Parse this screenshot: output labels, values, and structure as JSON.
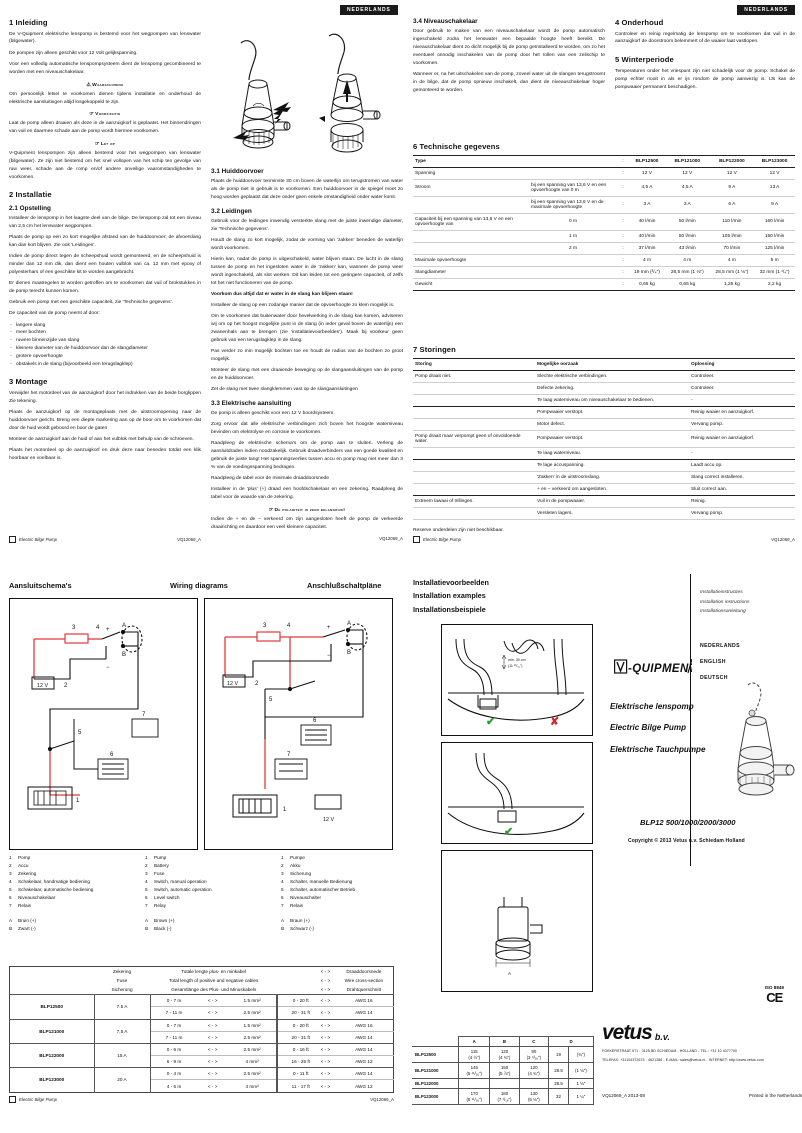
{
  "language_tabs": {
    "top": "NEDERLANDS",
    "cover_top": "NEDERLANDS"
  },
  "doc_code": "VQ12069_A",
  "footer_brand": "Electric Bilge Pump",
  "sections": {
    "s1": {
      "number_title": "1  Inleiding",
      "p1": "De  V-Quipment elektrische lenspomp is bestemd voor het wegpompen van lenswater (bilgewater).",
      "p2": "De pompen zijn alleen geschikt voor 12 Volt gelijkspanning.",
      "p3": "Voor een volledig automatische lenspompsysteem dient de lenspomp gecombineerd te worden met een niveauschakelaar.",
      "warning_label": "Waarschuwing",
      "warning_text": "Om persoonlijk letsel te voorkomen dienen tijdens installatie en onderhoud de elektrische aansluitingen altijd losgekoppeld te zijn.",
      "caution_label": "Voorzichtig",
      "caution_text": "Laat de pomp alleen draaien als deze in de aanzuigkorf is geplaatst. Het binnendringen van vuil en daarmee schade aan de pomp wordt hiermee voorkomen.",
      "note_label": "Let op",
      "note_text": "V-Quipment lenspompen zijn alleen bestemd voor het wegpompen van lenswater (bilgewater). Ze zijn niet bestemd om het snel vollopen van het schip ten gevolge van ruw weer, schade aan de romp en/of andere onveilige vaaromstandigheden te voorkomen."
    },
    "s2": {
      "number_title": "2  Installatie",
      "sub1_title": "2.1  Opstelling",
      "p1": "Installeer de lenspomp in het laagste deel van de bilge. De lenspomp zal tot een niveau van 2,5 cm het lenswater wegpompen.",
      "p2": "Plaats de pomp op een zo kort mogelijke afstand van de huiddoorvoer; de afvoerslang kan dan kort blijven. Zie ook 'Leidingen'.",
      "p3": "Indien de pomp direct tegen de scheepshuid wordt gemonteerd, en de scheepshuid is minder dan 12 mm dik, dan dient een houten vulblok van ca. 12 mm met epoxy of polyesterhars of een geschikte kit te worden aangebracht.",
      "p4": "Er dienen maatregelen te worden getroffen om te voorkomen dat vuil of brokstukken in de pomp terecht kunnen komen.",
      "p5": "Gebruik een pomp met een geschikte capaciteit, zie 'Technische gegevens'.",
      "p6": "De capaciteit van de pomp neemt af door:",
      "bullets": [
        "langere slang",
        "meer bochten",
        "ruwere binnenzijde van slang",
        "kleinere diameter van de huiddoorvoer dan de slangdiameter",
        "grotere opvoerhoogte",
        "obstakels in de slang (bijvoorbeeld een terugslagklep)"
      ]
    },
    "s3": {
      "number_title": "3  Montage",
      "p1": "Verwijder het motordeel van de aanzuigkorf door het indrukken van de beide borglippen Zie tekening.",
      "p2": "Plaats de aanzuigkorf op de montageplaats met de uitstroomopening naar de huiddoorvoer gericht. Breng een diepte markering aan op de boor om te voorkomen dat door de huid wordt geboord en boor de gaten",
      "p3": "Monteer de aanzuigkorf aan de huid of aan het vulblok met behulp van de schroeven.",
      "p4": "Plaats het motordeel op de aanzuigkorf en druk deze naar beneden totdat een klik hoorbaar en voelbaar is.",
      "sub1_title": "3.1  Huiddoorvoer",
      "sub1_p1": "Plaats de huiddoorvoer tenminste 30 cm boven de waterlijn om terugstromen van water als de pomp niet in gebruik is te voorkomen. Een huiddoorvoer in de spiegel moet zo hoog worden geplaatst dat deze onder geen enkele omstandigheid onder water komt.",
      "sub2_title": "3.2  Leidingen",
      "sub2_p1": "Gebruik voor de leidingen inwendig versterkte slang met de  juiste inwendige diameter, zie 'Technische gegevens'.",
      "sub2_p2": "Houdt de slang zo kort mogelijk, zodat de vorming van 'zakken' beneden de waterlijn wordt voorkomen.",
      "sub2_p3": "Hierin kan, nadat de pomp is uitgeschakeld, water blijven staan. De lucht in de slang tussen de pomp en het ingesloten water in de 'zakken' kan, wanneer de pomp weer wordt ingeschakeld, als slot werken. Dit kan leiden tot een geringere capaciteit, of zelfs tot het niet functioneren van de pomp.",
      "sub2_bold": "Voorkom dus altijd dat er water in de slang kan blijven staan!",
      "sub2_p4": "Installeer de slang op een zodanige manier dat de opvoerhoogte zo klein mogelijk is.",
      "sub2_p5": "Om te voorkomen dat buitenwater door hevelwerking in de slang kan komen, adviseren wij om op het hoogst mogelijke punt in de slang (in ieder geval boven de waterlijn) een zwanenhals aan te brengen (zie 'installatievoorbeelden'). Maak bij voorkeur geen gebruik van een terugslagklep in de slang.",
      "sub2_p6": "Pas verder zo min mogelijk bochten toe en houdt de radius van de bochten zo groot mogelijk.",
      "sub2_p7": "Monteer de slang met een draaiende beweging op de slangaansluitingen van de pomp en de huiddoorvoer.",
      "sub2_p8": "Zet de slang met twee slangklemmen vast op de slangaansluitingen",
      "sub3_title": "3.3  Elektrische aansluiting",
      "sub3_p1": "De pomp is alleen geschikt voor een 12 V boordsysteem.",
      "sub3_p2": "Zorg ervoor dat alle elektrische verbindingen zich boven het hoogste waterniveau bevinden om elektrolyse en corrosie te voorkomen.",
      "sub3_p3": "Raadpleeg de elektrische schema's om de pomp aan te sluiten. Verleng de aansluitdraden indien noodzakelijk. Gebruik draadverbinders van een goede kwaliteit en gebruik de juiste tang! Het spanningsverlies tussen accu en pomp mag niet meer dan 3 % van de voedingsspanning bedragen.",
      "sub3_p4": "Raadpleeg de tabel voor de  minimale draaddoorsnede",
      "sub3_p5": "Installeer in de 'plus' (+) draad een hoofdschakelaar en een zekering. Raadpleeg de tabel voor de  waarde van de zekering.",
      "polarity_label": "De polariteit is zeer belangrijk!",
      "sub3_p6": "Indien de + en de – verkeerd om zijn aangesloten heeft de pomp de verkeerde draairichting en daardoor een veel kleinere capaciteit.",
      "sub4_title": "3.4  Niveauschakelaar",
      "sub4_p1": "Door gebruik te maken van een niveauschakelaar wordt de pomp automatisch ingeschakeld zodra het lenswater een bepaalde hoogte heeft bereikt. De niveauschakelaar dient zo dicht mogelijk bij de pomp geïnstalleerd te worden, om zo het eventueel onnodig inschakelen van de pomp door het rollen van een zeilschip te voorkomen.",
      "sub4_p2": "Wanneer er, na het uitschakelen van de pomp, zoveel water uit de slangen terugstroomt in de bilge, dat de pomp opnieuw inschakelt, dan dient de niveauschakelaar hoger gemonteerd te worden."
    },
    "s4": {
      "number_title": "4  Onderhoud",
      "p1": "Controleer en reinig regelmatig de lenspomp om te voorkomen dat vuil in de aanzuigkorf de doorstroom belemmert of de waaier laat vastlopen."
    },
    "s5": {
      "number_title": "5  Winterperiode",
      "p1": "Temperaturen onder het vriespunt zijn niet schadelijk voor de pomp. Schakel de pomp echter nooit in als er ijs rondom de pomp aanwezig is. IJs kan de pompwaaier permanent beschadigen."
    },
    "s6": {
      "number_title": "6  Technische gegevens",
      "rows": [
        {
          "label": "Type",
          "sub": "",
          "colon": ":",
          "values": [
            "BLP12500",
            "BLP121000",
            "BLP122000",
            "BLP123000"
          ],
          "header": true
        },
        {
          "label": "Spanning",
          "sub": "",
          "colon": ":",
          "values": [
            "12 V",
            "12 V",
            "12 V",
            "12 V"
          ]
        },
        {
          "label": "Stroom",
          "sub": "bij een spanning van 13,6 V en een opvoerhoogte van 0 m",
          "colon": ":",
          "values": [
            "4,5 A",
            "4,5 A",
            "9 A",
            "13 A"
          ]
        },
        {
          "label": "",
          "sub": "bij een spanning van 13,6 V en de maximale opvoerhoogte",
          "colon": ":",
          "values": [
            "3 A",
            "3 A",
            "6 A",
            "9 A"
          ]
        },
        {
          "label": "Capaciteit bij een spanning van 13,6 V en een opvoerhoogte van",
          "sub": "0 m",
          "colon": ":",
          "values": [
            "40 l/min",
            "50 l/min",
            "110 l/min",
            "160 l/min"
          ]
        },
        {
          "label": "",
          "sub": "1 m",
          "colon": ":",
          "values": [
            "40 l/min",
            "50 l/min",
            "105 l/min",
            "150 l/min"
          ]
        },
        {
          "label": "",
          "sub": "2 m",
          "colon": ":",
          "values": [
            "37 l/min",
            "43 l/min",
            "70 l/min",
            "125 l/min"
          ]
        },
        {
          "label": "Maximale opvoerhoogte",
          "sub": "",
          "colon": ":",
          "values": [
            "4 m",
            "4 m",
            "4 m",
            "5 m"
          ]
        },
        {
          "label": "Slangdiameter",
          "sub": "",
          "colon": ":",
          "values": [
            "19 mm (³/₄\")",
            "28,5 mm (1 ⅛\")",
            "28,5 mm (1 ⅛\")",
            "32 mm (1 ¹/₄\")"
          ]
        },
        {
          "label": "Gewicht",
          "sub": "",
          "colon": ":",
          "values": [
            "0,65 kg",
            "0,65 kg",
            "1,25 kg",
            "2,2 kg"
          ]
        }
      ]
    },
    "s7": {
      "number_title": "7  Storingen",
      "headers": [
        "Storing",
        "Mogelijke oorzaak",
        "Oplossing"
      ],
      "rows": [
        {
          "fault": "Pomp draait niet.",
          "cause": "Slechte elektrische verbindingen.",
          "remedy": "Controleer."
        },
        {
          "fault": "",
          "cause": "Defecte zekering.",
          "remedy": "Controleer."
        },
        {
          "fault": "",
          "cause": "Te laag waterniveau om niveauschakelaar te bedienen.",
          "remedy": "-",
          "thick": true
        },
        {
          "fault": "",
          "cause": "Pompwaaier verstopt.",
          "remedy": "Reinig waaier en aanzuigkorf."
        },
        {
          "fault": "",
          "cause": "Motor defect.",
          "remedy": "Vervang pomp."
        },
        {
          "fault": "Pomp draait maar verpompt geen of onvoldoende water.",
          "cause": "Pompwaaier verstopt.",
          "remedy": "Reinig waaier en aanzuigkorf."
        },
        {
          "fault": "",
          "cause": "Te laag waterniveau.",
          "remedy": "-",
          "thick": true
        },
        {
          "fault": "",
          "cause": "Te lage accuspanning.",
          "remedy": "Laadt accu op."
        },
        {
          "fault": "",
          "cause": "'Zakken' in de uitstroomslang.",
          "remedy": "Slang correct installeren."
        },
        {
          "fault": "",
          "cause": "+ en – verkeerd om aangesloten.",
          "remedy": "Sluit correct aan.",
          "thick": true
        },
        {
          "fault": "Extreem lawaai of trillingen.",
          "cause": "Vuil in de pompwaaier.",
          "remedy": "Reinig."
        },
        {
          "fault": "",
          "cause": "Versleten lagers.",
          "remedy": "Vervang pomp."
        }
      ],
      "note": "Reserve onderdelen zijn niet beschikbaar."
    }
  },
  "wiring": {
    "titles": {
      "nl": "Aansluitschema's",
      "en": "Wiring diagrams",
      "de": "Anschlußschaltpläne"
    },
    "diagram_labels": [
      "3",
      "4",
      "5",
      "6",
      "1",
      "2",
      "7",
      "A",
      "B",
      "+",
      "-",
      "12 V"
    ],
    "legend_nl": [
      {
        "n": "1",
        "t": "Pomp"
      },
      {
        "n": "2",
        "t": "Accu"
      },
      {
        "n": "3",
        "t": "Zekering"
      },
      {
        "n": "4",
        "t": "Schakelaar, handmatige bediening"
      },
      {
        "n": "5",
        "t": "Schakelaar, automatische bediening"
      },
      {
        "n": "6",
        "t": "Niveauschakelaar"
      },
      {
        "n": "7",
        "t": "Relais"
      },
      {
        "n": "A",
        "t": "Bruin (+)"
      },
      {
        "n": "B",
        "t": "Zwart (-)"
      }
    ],
    "legend_en": [
      {
        "n": "1",
        "t": "Pump"
      },
      {
        "n": "2",
        "t": "Battery"
      },
      {
        "n": "3",
        "t": "Fuse"
      },
      {
        "n": "4",
        "t": "Switch, manual operation"
      },
      {
        "n": "5",
        "t": "Switch, automatic operation"
      },
      {
        "n": "6",
        "t": "Level switch"
      },
      {
        "n": "7",
        "t": "Relay"
      },
      {
        "n": "A",
        "t": "Brown (+)"
      },
      {
        "n": "B",
        "t": "Black (-)"
      }
    ],
    "legend_de": [
      {
        "n": "1",
        "t": "Pumpe"
      },
      {
        "n": "2",
        "t": "Akku"
      },
      {
        "n": "3",
        "t": "Sicherung"
      },
      {
        "n": "4",
        "t": "Schalter, manuelle Bedienung"
      },
      {
        "n": "5",
        "t": "Schalter, automatischer Betrieb"
      },
      {
        "n": "6",
        "t": "Niveauschalter"
      },
      {
        "n": "7",
        "t": "Relais"
      },
      {
        "n": "A",
        "t": "Braun (+)"
      },
      {
        "n": "B",
        "t": "Schwarz (-)"
      }
    ]
  },
  "cable_table": {
    "head_col1": [
      "Zekering",
      "Fuse",
      "Sicherung"
    ],
    "head_col2": [
      "Totale lengte plus- en minkabel",
      "Total length of positive and negative cables",
      "Gesamtlänge des Plus- und Minuskabels"
    ],
    "head_arrow": [
      "< - >",
      "< - >",
      "< - >"
    ],
    "head_col3": [
      "Draaddoorsnede",
      "Wire cross-section",
      "Drahtquerschnitt"
    ],
    "rows": [
      {
        "model": "BLP12500",
        "fuse": "7.5 A",
        "lines": [
          {
            "len": "0 - 7 m",
            "arrow": "< - >",
            "mm": "1.5 mm²",
            "ft": "0 - 20 ft",
            "arrow2": "< - >",
            "awg": "AWG 16"
          },
          {
            "len": "7 - 11 m",
            "arrow": "< - >",
            "mm": "2.5 mm²",
            "ft": "20 - 31 ft",
            "arrow2": "< - >",
            "awg": "AWG 14"
          }
        ]
      },
      {
        "model": "BLP121000",
        "fuse": "7,5 A",
        "lines": [
          {
            "len": "0 - 7 m",
            "arrow": "< - >",
            "mm": "1.5 mm²",
            "ft": "0 - 20 ft",
            "arrow2": "< - >",
            "awg": "AWG 16"
          },
          {
            "len": "7 - 11 m",
            "arrow": "< - >",
            "mm": "2.5 mm²",
            "ft": "20 - 31 ft",
            "arrow2": "< - >",
            "awg": "AWG 14"
          }
        ]
      },
      {
        "model": "BLP122000",
        "fuse": "15 A",
        "lines": [
          {
            "len": "0 - 6 m",
            "arrow": "< - >",
            "mm": "2.5 mm²",
            "ft": "0 - 16 ft",
            "arrow2": "< - >",
            "awg": "AWG 14"
          },
          {
            "len": "6 - 9 m",
            "arrow": "< - >",
            "mm": "4 mm²",
            "ft": "16 - 25 ft",
            "arrow2": "< - >",
            "awg": "AWG 12"
          }
        ]
      },
      {
        "model": "BLP123000",
        "fuse": "20 A",
        "lines": [
          {
            "len": "0 - 4 m",
            "arrow": "< - >",
            "mm": "2.5 mm²",
            "ft": "0 - 11 ft",
            "arrow2": "< - >",
            "awg": "AWG 14"
          },
          {
            "len": "4 - 6 m",
            "arrow": "< - >",
            "mm": "4 mm²",
            "ft": "11 - 17 ft",
            "arrow2": "< - >",
            "awg": "AWG 12"
          }
        ]
      }
    ]
  },
  "install": {
    "titles": {
      "nl": "Installatievoorbeelden",
      "en": "Installation examples",
      "de": "Installationsbeispiele"
    },
    "note": "min. 30 cm\n(11 ¹³/₁₆\")",
    "ok_mark": "✔",
    "bad_mark": "✘"
  },
  "dimensions": {
    "headers": [
      "",
      "A",
      "B",
      "C",
      "D"
    ],
    "rows": [
      {
        "model": "BLP12500",
        "a1": "115",
        "a2": "(4 ½\")",
        "b1": "120",
        "b2": "(4 ¾\")",
        "c1": "90",
        "c2": "(3 ⁹/₁₆\")",
        "d1": "19",
        "d2": "(¾\")"
      },
      {
        "model": "BLP121000",
        "a1": "145",
        "a2": "(5 ¹¹/₁₆\")",
        "b1": "150",
        "b2": "(5 ⅞\")",
        "c1": "120",
        "c2": "(4 ¾\")",
        "d1": "28.5",
        "d2": "(1 ⅛\")"
      },
      {
        "model": "BLP122000",
        "a1": "",
        "a2": "",
        "b1": "",
        "b2": "",
        "c1": "",
        "c2": "",
        "d1": "28.5",
        "d2": "1 ⅛\""
      },
      {
        "model": "BLP123000",
        "a1": "170",
        "a2": "(6 ¹¹/₁₆\")",
        "b1": "180",
        "b2": "(7 ¹/₁₆\")",
        "c1": "130",
        "c2": "(5 ⅛\")",
        "d1": "32",
        "d2": "1 ¼\""
      }
    ]
  },
  "cover": {
    "instruction_lines": [
      "Installatieinstructies",
      "Installation instructions",
      "Installationsanleitung"
    ],
    "languages": [
      "NEDERLANDS",
      "ENGLISH",
      "DEUTSCH"
    ],
    "brand": "-QUIPMENT",
    "brand_mark": "V",
    "product_nl": "Elektrische lenspomp",
    "product_en": "Electric Bilge Pump",
    "product_de": "Elektrische Tauchpumpe",
    "model_line": "BLP12    500/1000/2000/3000",
    "copyright": "Copyright © 2013 Vetus n.v. Schiedam Holland"
  },
  "vetus_footer": {
    "iso": "ISO 8849",
    "ce": "CE",
    "wordmark": "vetus",
    "wordmark_suffix": "b.v.",
    "address_line1": "FOKKERSTRAAT  571  -  3125  BD  SCHIEDAM  -  HOLLAND  -  TEL.: +31  10  4377700",
    "address_line2": "TELEFAX: +31104372673 - 4621286 - E-MAIL: sales@vetus.nl - INTERNET: http://www.vetus.com",
    "doc": "VQ12069_A   2013-08",
    "printed": "Printed in the Netherlands"
  },
  "colors": {
    "red": "#e03a3e",
    "black": "#111111",
    "green": "#2a9a34",
    "tab_bg": "#1a1a1a"
  }
}
